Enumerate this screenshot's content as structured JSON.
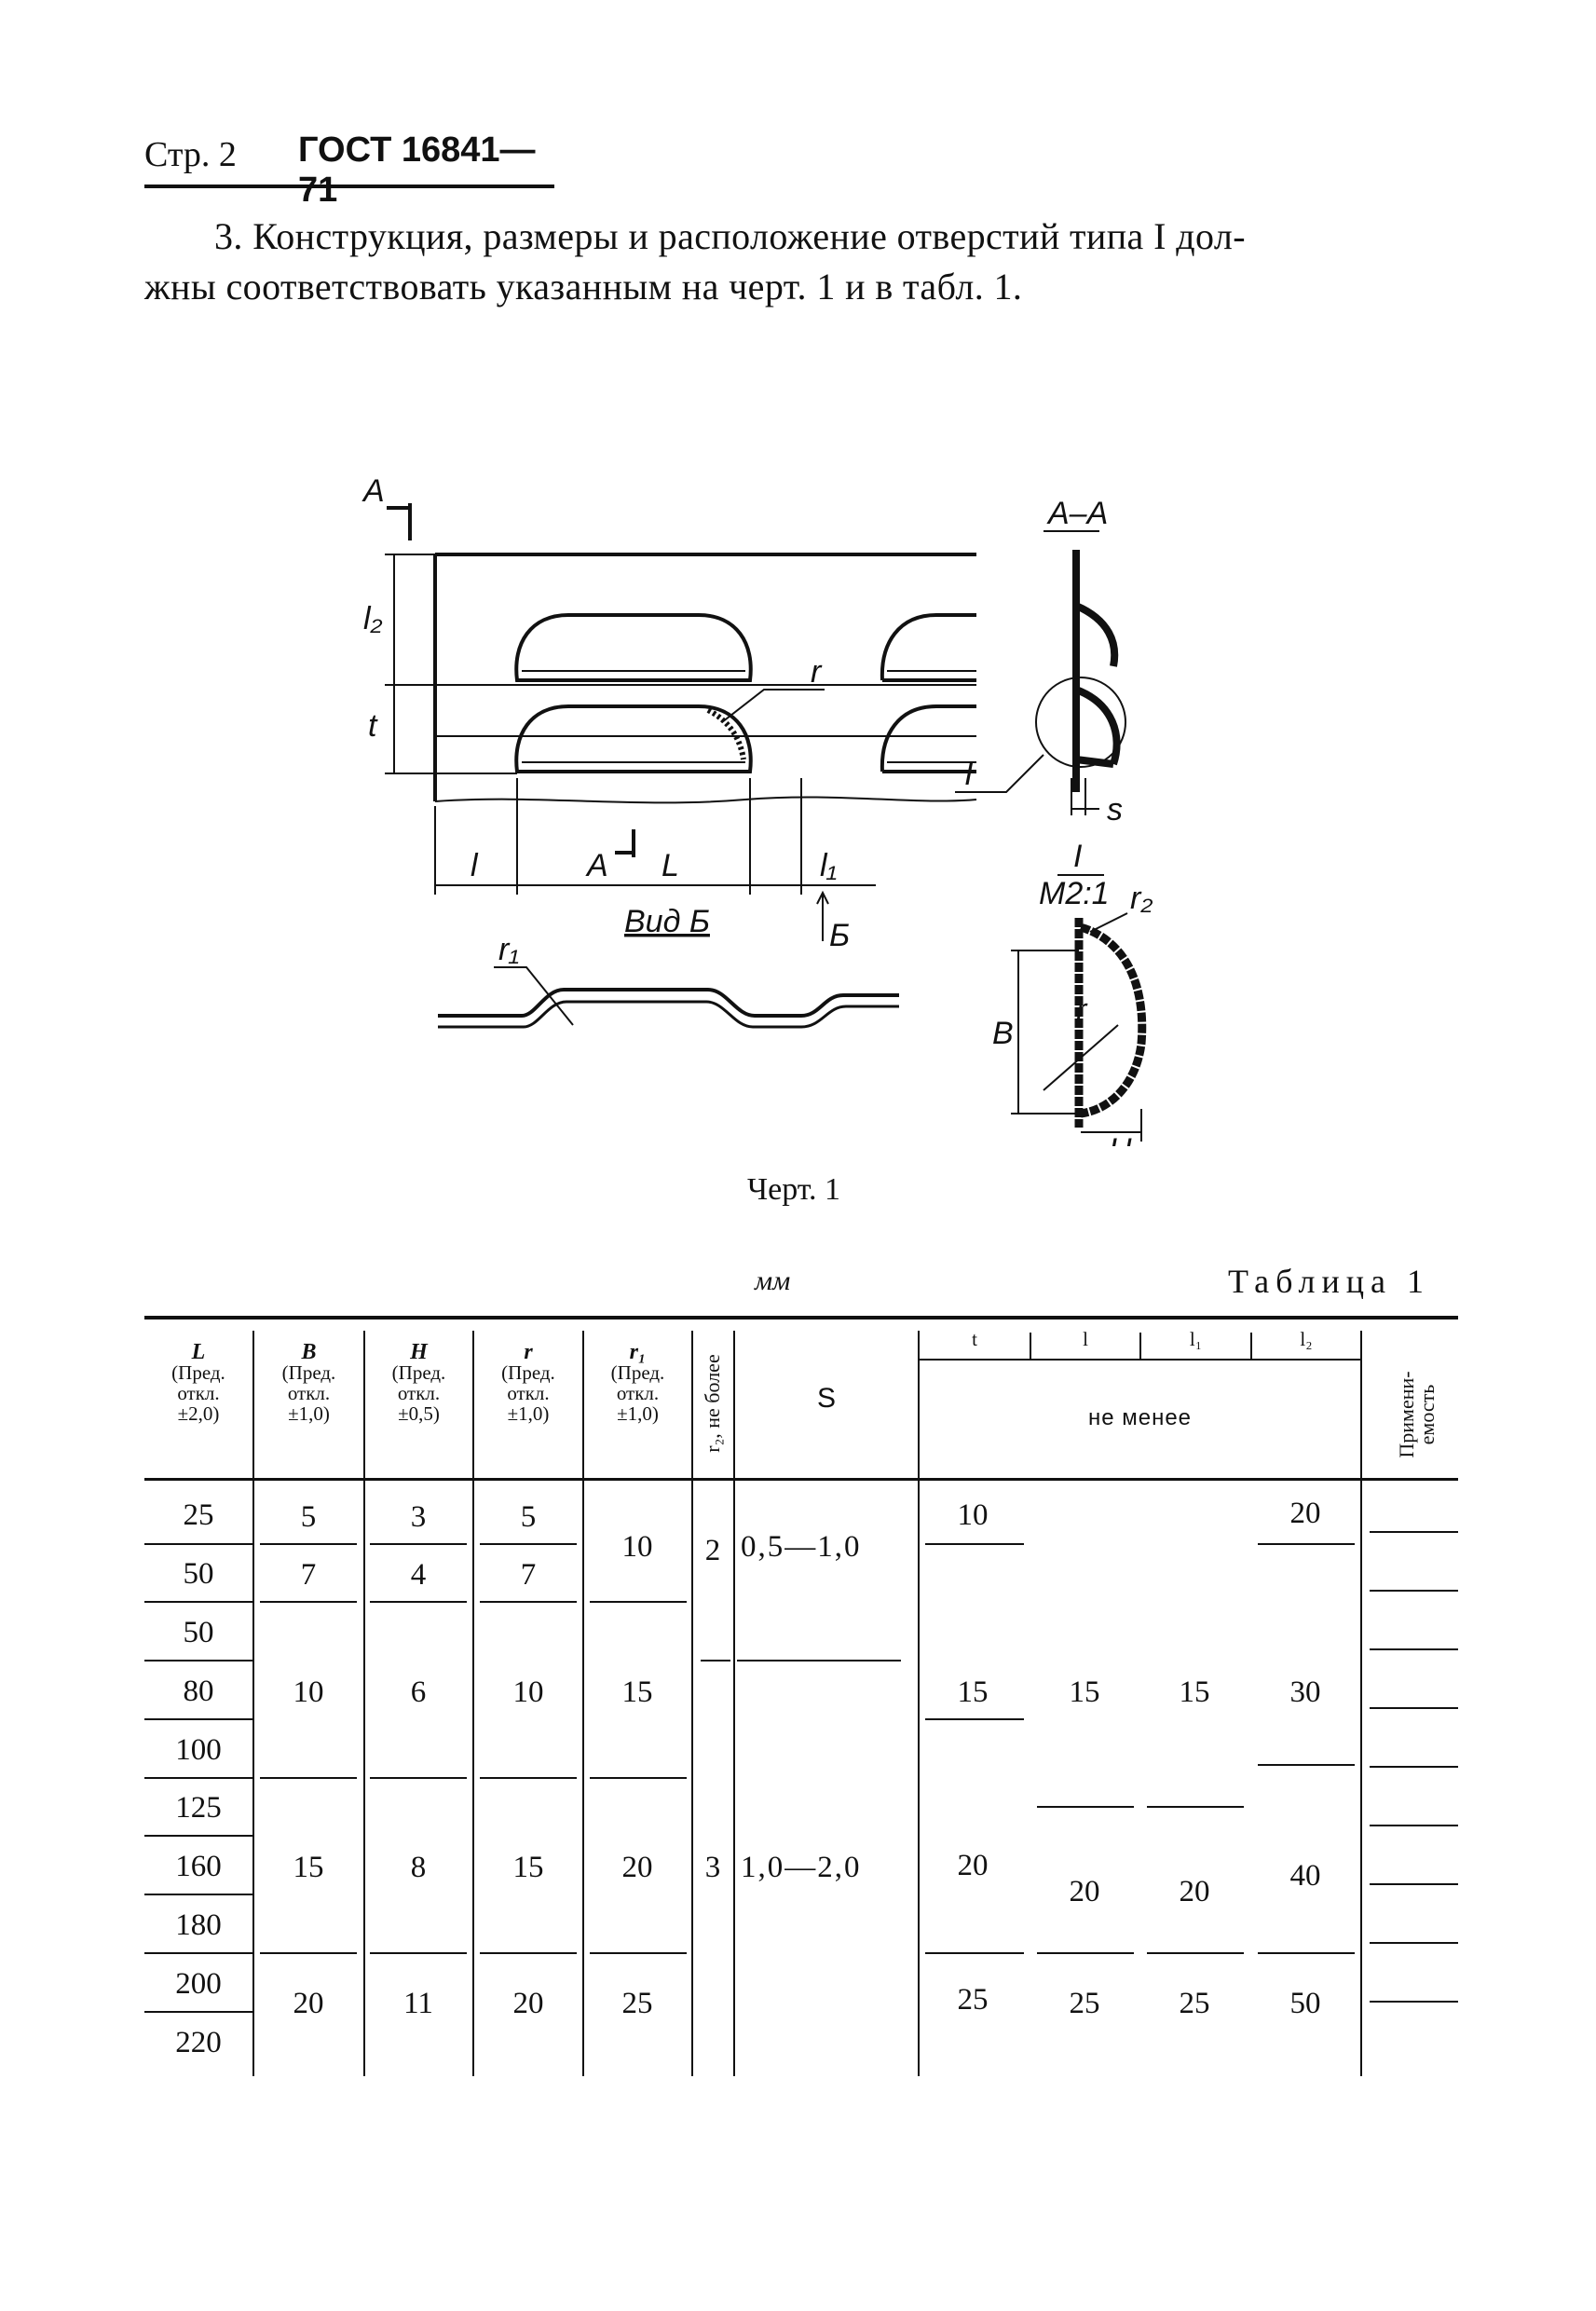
{
  "header": {
    "page": "Стр. 2",
    "standard": "ГОСТ 16841—71"
  },
  "paragraph": {
    "line1": "3. Конструкция, размеры и расположение отверстий типа I дол-",
    "line2": "жны соответствовать указанным на черт. 1 и в табл. 1."
  },
  "drawing": {
    "labels": {
      "section_a_top": "А",
      "section_a_bottom": "А",
      "section_aa": "А–А",
      "l2": "l₂",
      "t": "t",
      "r": "r",
      "l": "l",
      "L": "L",
      "l1": "l₁",
      "view_b": "Вид Б",
      "b_arrow": "Б",
      "r1": "r₁",
      "detail_i": "I",
      "s": "s",
      "detail_scale_num": "I",
      "detail_scale": "М2:1",
      "r2": "r₂",
      "B": "B",
      "r_detail": "r",
      "H": "H"
    },
    "caption": "Черт. 1"
  },
  "table": {
    "units": "мм",
    "title": "Таблица 1",
    "headers": {
      "L": {
        "sym": "L",
        "text": [
          "(Пред.",
          "откл.",
          "±2,0)"
        ]
      },
      "B": {
        "sym": "B",
        "text": [
          "(Пред.",
          "откл.",
          "±1,0)"
        ]
      },
      "H": {
        "sym": "H",
        "text": [
          "(Пред.",
          "откл.",
          "±0,5)"
        ]
      },
      "r": {
        "sym": "r",
        "text": [
          "(Пред.",
          "откл.",
          "±1,0)"
        ]
      },
      "r1": {
        "sym": "r₁",
        "text": [
          "(Пред.",
          "откл.",
          "±1,0)"
        ]
      },
      "r2": "r₂, не более",
      "S": "S",
      "t": "t",
      "l": "l",
      "l1": "l₁",
      "l2": "l₂",
      "min": "не менее",
      "applicability": "Примени-\nемость"
    },
    "L_values": [
      "25",
      "50",
      "50",
      "80",
      "100",
      "125",
      "160",
      "180",
      "200",
      "220"
    ],
    "B_values": [
      "5",
      "7",
      "10",
      "15",
      "20"
    ],
    "H_values": [
      "3",
      "4",
      "6",
      "8",
      "11"
    ],
    "r_values": [
      "5",
      "7",
      "10",
      "15",
      "20"
    ],
    "r1_values": [
      "10",
      "15",
      "20",
      "25"
    ],
    "r2_values": [
      "2",
      "3"
    ],
    "S_values": [
      "0,5—1,0",
      "1,0—2,0"
    ],
    "t_values": [
      "10",
      "15",
      "20",
      "25"
    ],
    "l_values": [
      "15",
      "20",
      "25"
    ],
    "l1_values": [
      "15",
      "20",
      "25"
    ],
    "l2_values": [
      "20",
      "30",
      "40",
      "50"
    ]
  }
}
